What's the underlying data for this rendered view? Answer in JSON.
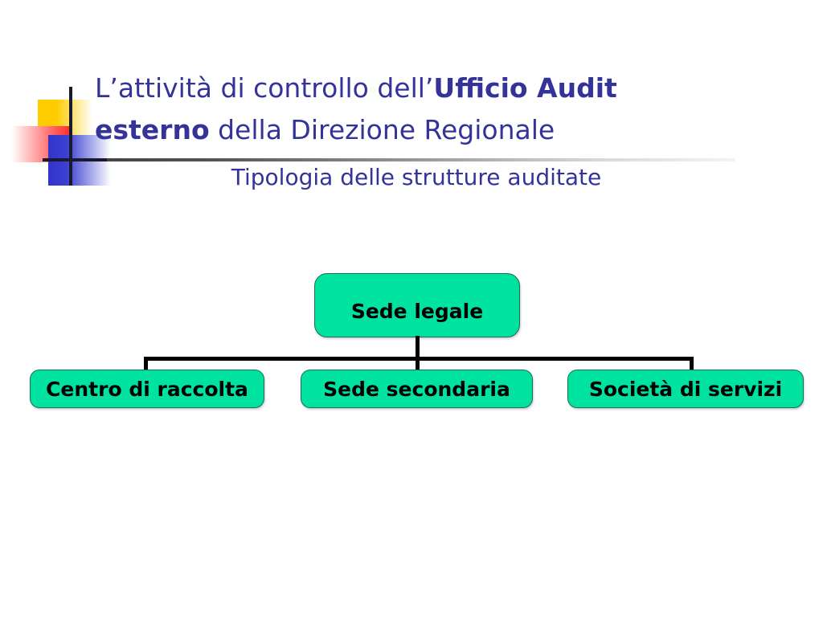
{
  "slide": {
    "background_color": "#ffffff",
    "title": {
      "line1_plain_a": "L’attività di controllo dell’",
      "line1_bold": "Ufficio Audit",
      "line2_bold": "esterno",
      "line2_plain": " della Direzione Regionale",
      "color": "#333399"
    },
    "subtitle": {
      "text": "Tipologia delle strutture auditate",
      "color": "#333399"
    },
    "logo": {
      "yellow": "#FFCC00",
      "red": "#FF3333",
      "blue": "#3333CC",
      "rule_color": "#3a3a3a"
    }
  },
  "chart_data": {
    "type": "diagram",
    "title": "Tipologia delle strutture auditate",
    "node_fill": "#00E2A0",
    "node_text_color": "#000000",
    "connector_color": "#000000",
    "root": {
      "id": "sede-legale",
      "label": "Sede legale"
    },
    "children": [
      {
        "id": "centro-di-raccolta",
        "label": "Centro di raccolta"
      },
      {
        "id": "sede-secondaria",
        "label": "Sede secondaria"
      },
      {
        "id": "societa-di-servizi",
        "label": "Società di servizi"
      }
    ],
    "edges": [
      {
        "from": "sede-legale",
        "to": "centro-di-raccolta"
      },
      {
        "from": "sede-legale",
        "to": "sede-secondaria"
      },
      {
        "from": "sede-legale",
        "to": "societa-di-servizi"
      }
    ]
  }
}
